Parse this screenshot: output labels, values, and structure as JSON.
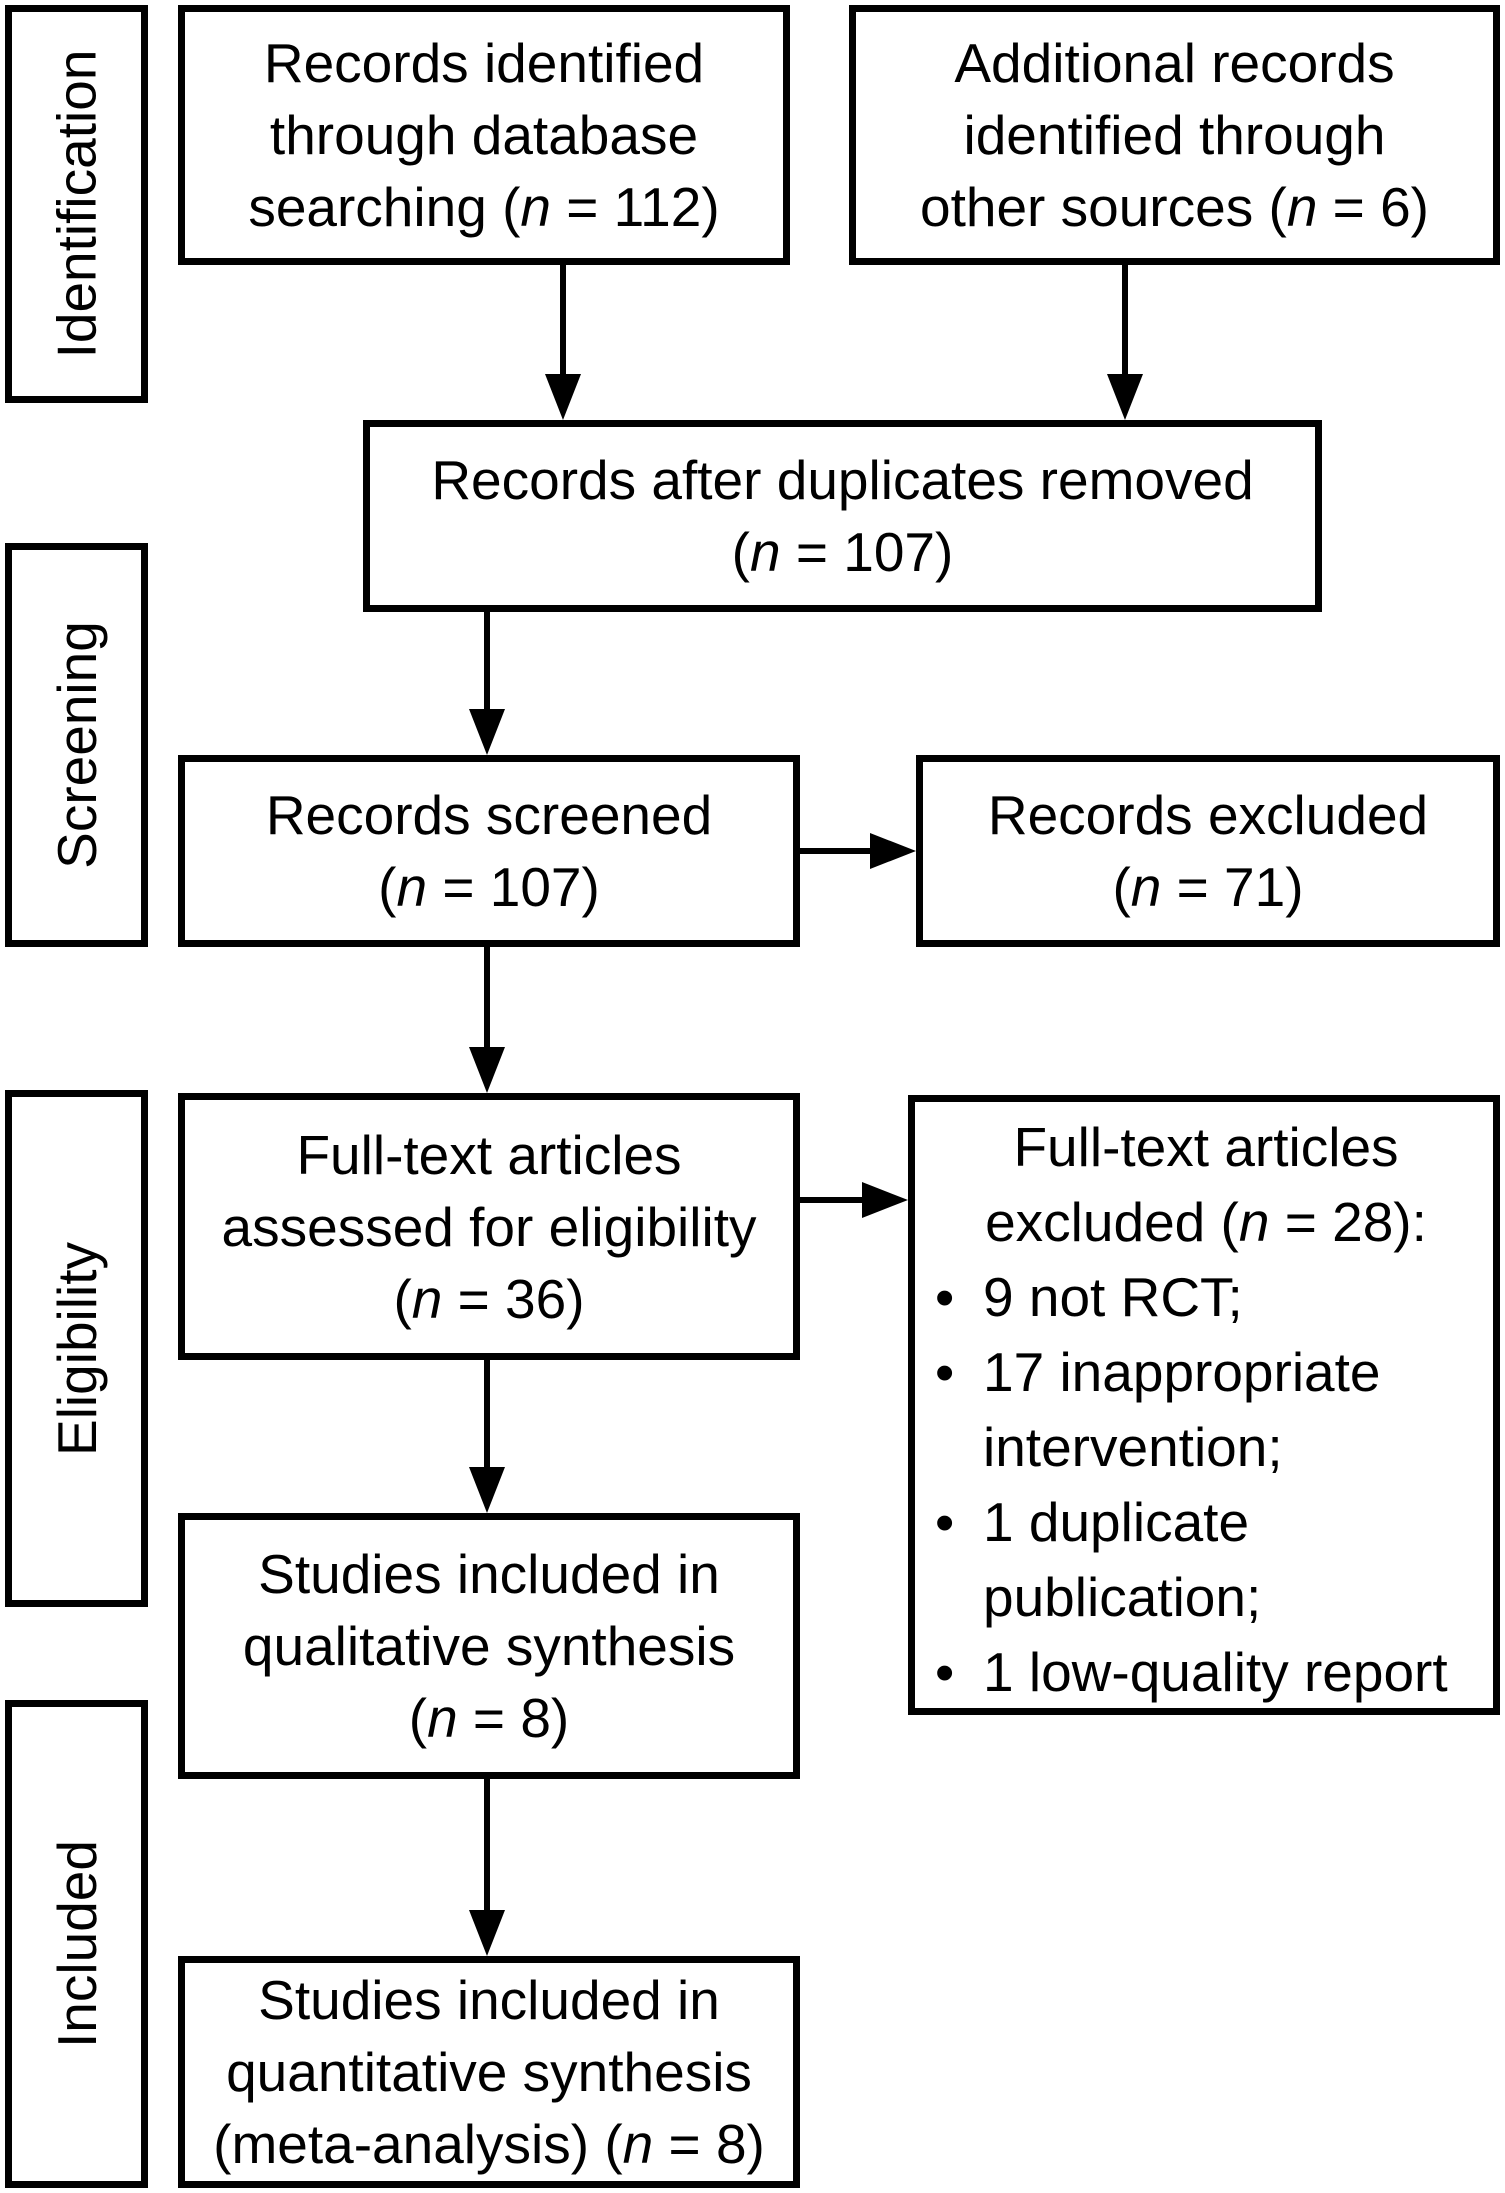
{
  "diagram": {
    "kind": "PRISMA study selection flow diagram",
    "colors": {
      "ink": "#000000",
      "paper": "#ffffff"
    },
    "n_symbol": "n",
    "bullet_marker": "•"
  },
  "stages": {
    "identification": "Identification",
    "screening": "Screening",
    "eligibility": "Eligibility",
    "included": "Included"
  },
  "boxes": {
    "records_identified": {
      "l1": "Records identified",
      "l2": "through database",
      "l3a": "searching (",
      "l3b": " = 112)"
    },
    "additional_records": {
      "l1": "Additional records",
      "l2": "identified through",
      "l3a": "other sources (",
      "l3b": " = 6)"
    },
    "duplicates_removed": {
      "l1": "Records after duplicates removed",
      "l2a": "(",
      "l2b": " = 107)"
    },
    "records_screened": {
      "l1": "Records screened",
      "l2a": "(",
      "l2b": " = 107)"
    },
    "records_excluded": {
      "l1": "Records excluded",
      "l2a": "(",
      "l2b": " = 71)"
    },
    "fulltext_assessed": {
      "l1": "Full-text articles",
      "l2": "assessed for eligibility",
      "l3a": "(",
      "l3b": " = 36)"
    },
    "fulltext_excluded": {
      "t1": "Full-text articles",
      "t2a": "excluded (",
      "t2b": " = 28):",
      "bullets": [
        "9 not RCT;",
        "17 inappropriate intervention;",
        "1 duplicate publication;",
        "1 low-quality report"
      ]
    },
    "qualitative_synthesis": {
      "l1": "Studies included in",
      "l2": "qualitative synthesis",
      "l3a": "(",
      "l3b": " = 8)"
    },
    "quantitative_synthesis": {
      "l1": "Studies included in",
      "l2": "quantitative synthesis",
      "l3a": "(meta-analysis) (",
      "l3b": " = 8)"
    }
  }
}
